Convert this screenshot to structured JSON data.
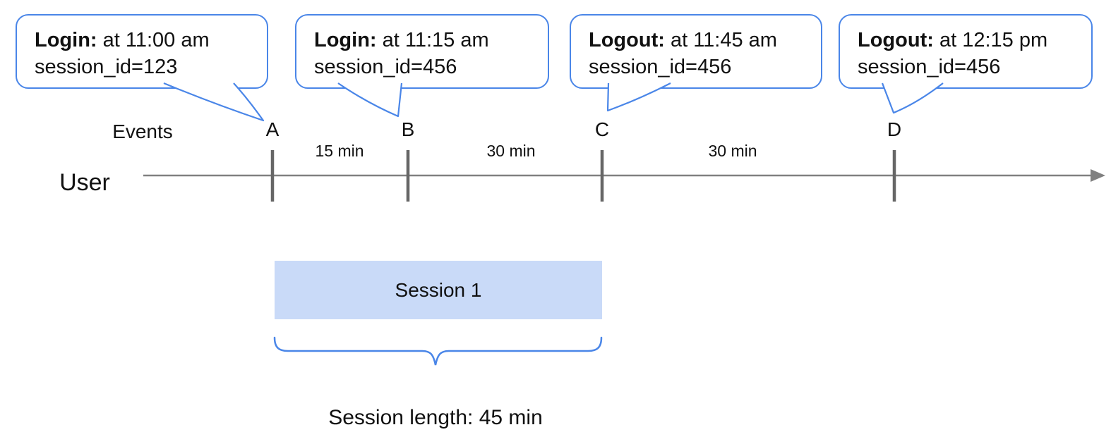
{
  "bubbles": [
    {
      "label": "Login:",
      "rest": " at 11:00 am",
      "line2": "session_id=123"
    },
    {
      "label": "Login:",
      "rest": " at 11:15 am",
      "line2": "session_id=456"
    },
    {
      "label": "Logout:",
      "rest": " at 11:45 am",
      "line2": "session_id=456"
    },
    {
      "label": "Logout:",
      "rest": " at 12:15 pm",
      "line2": "session_id=456"
    }
  ],
  "timeline": {
    "events_label": "Events",
    "axis_label": "User",
    "event_markers": [
      "A",
      "B",
      "C",
      "D"
    ],
    "intervals": [
      "15 min",
      "30 min",
      "30 min"
    ]
  },
  "session": {
    "box_label": "Session 1",
    "length_label": "Session length: 45 min"
  },
  "colors": {
    "accent_blue": "#4a86e8",
    "session_fill": "#c9daf8",
    "axis_gray": "#808080",
    "tick_gray": "#666666"
  }
}
